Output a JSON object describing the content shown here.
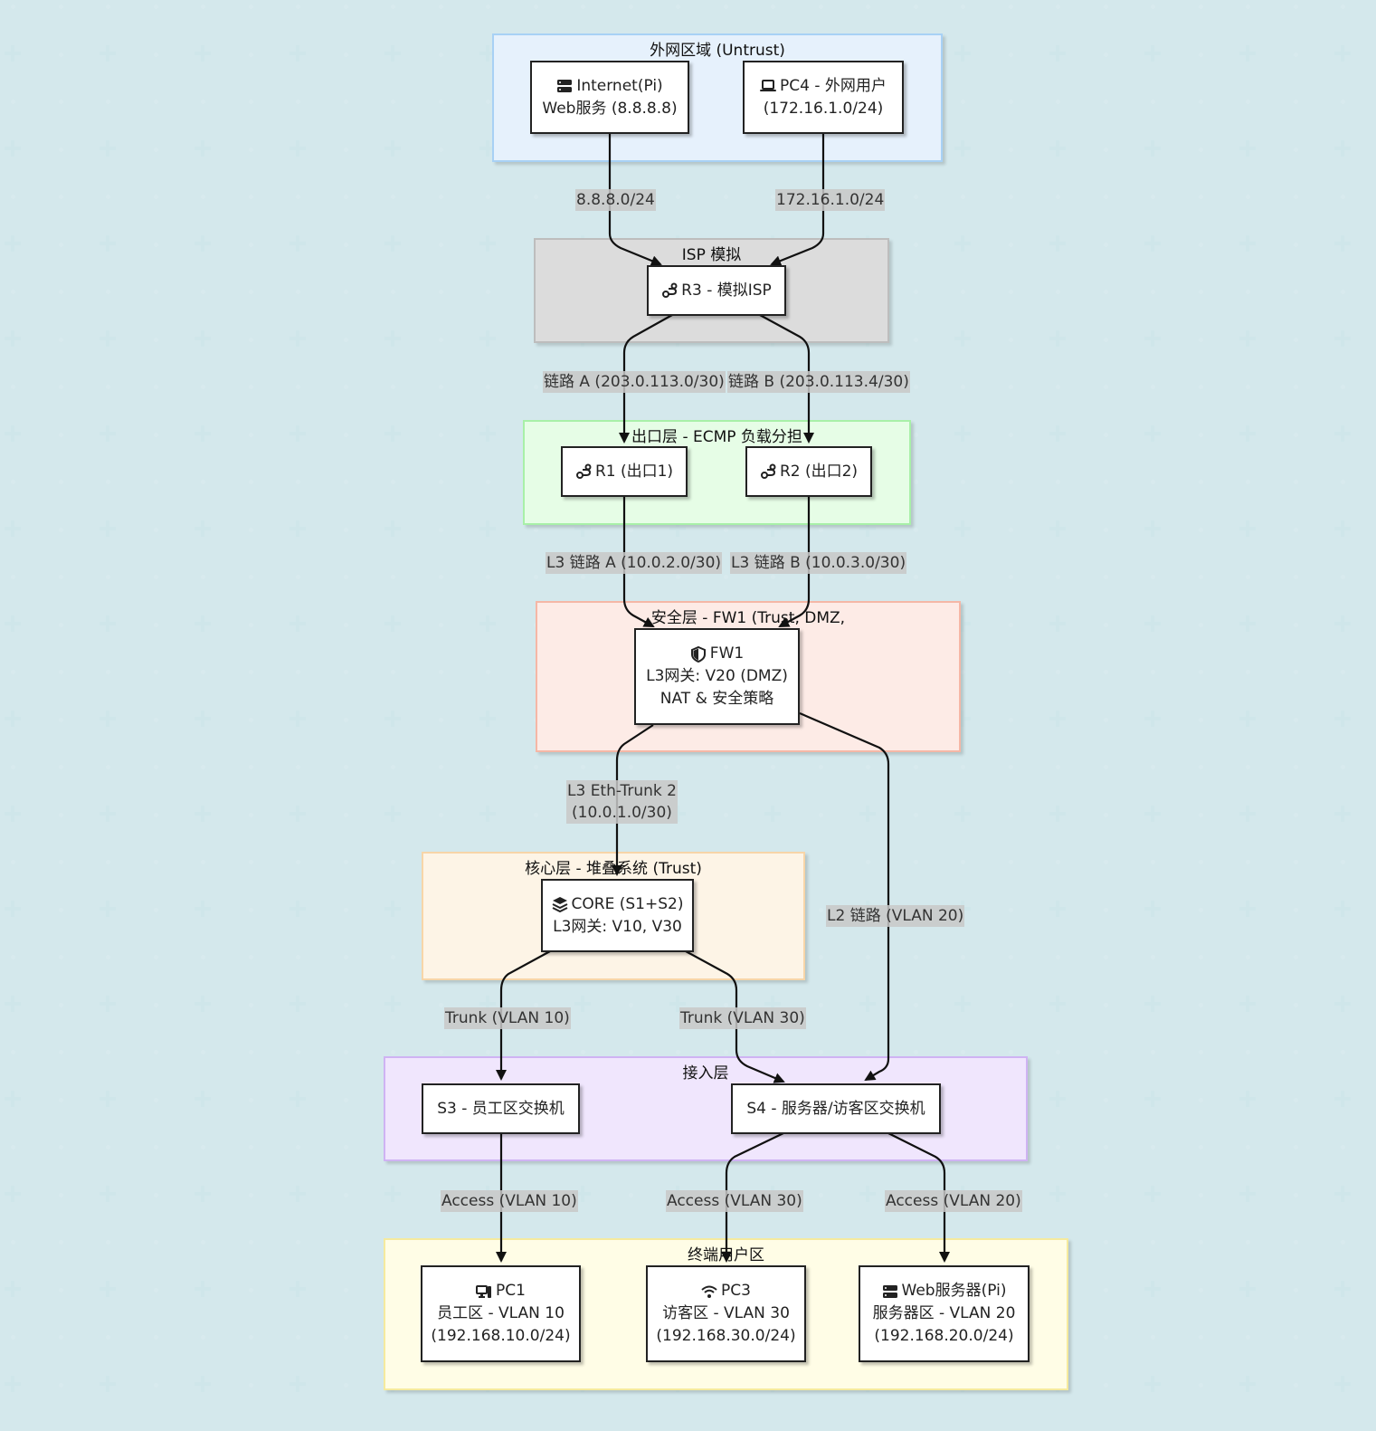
{
  "groups": {
    "untrust": "外网区域 (Untrust)",
    "isp": "ISP 模拟",
    "egress": "出口层 - ECMP 负载分担",
    "security": "安全层 - FW1 (Trust, DMZ,",
    "core": "核心层 - 堆叠系统 (Trust)",
    "access": "接入层",
    "endpoints": "终端用户区"
  },
  "nodes": {
    "internet": {
      "title": "Internet(Pi)",
      "sub": "Web服务 (8.8.8.8)",
      "icon": "server-icon"
    },
    "pc4": {
      "title": "PC4 - 外网用户",
      "sub": "(172.16.1.0/24)",
      "icon": "laptop-icon"
    },
    "r3": {
      "title": "R3 - 模拟ISP",
      "icon": "router-icon"
    },
    "r1": {
      "title": "R1 (出口1)",
      "icon": "router-icon"
    },
    "r2": {
      "title": "R2 (出口2)",
      "icon": "router-icon"
    },
    "fw1": {
      "title": "FW1",
      "sub1": "L3网关: V20 (DMZ)",
      "sub2": "NAT & 安全策略",
      "icon": "shield-icon"
    },
    "core": {
      "title": "CORE (S1+S2)",
      "sub": "L3网关: V10, V30",
      "icon": "layers-icon"
    },
    "s3": {
      "title": "S3 - 员工区交换机"
    },
    "s4": {
      "title": "S4 - 服务器/访客区交换机"
    },
    "pc1": {
      "title": "PC1",
      "sub1": "员工区 - VLAN 10",
      "sub2": "(192.168.10.0/24)",
      "icon": "desktop-icon"
    },
    "pc3": {
      "title": "PC3",
      "sub1": "访客区 - VLAN 30",
      "sub2": "(192.168.30.0/24)",
      "icon": "wifi-icon"
    },
    "web": {
      "title": "Web服务器(Pi)",
      "sub1": "服务器区 - VLAN 20",
      "sub2": "(192.168.20.0/24)",
      "icon": "server-icon"
    }
  },
  "edges": {
    "internet_r3": "8.8.8.0/24",
    "pc4_r3": "172.16.1.0/24",
    "r3_r1": "链路 A (203.0.113.0/30)",
    "r3_r2": "链路 B (203.0.113.4/30)",
    "r1_fw1": "L3 链路 A (10.0.2.0/30)",
    "r2_fw1": "L3 链路 B (10.0.3.0/30)",
    "fw1_core_1": "L3 Eth-Trunk 2",
    "fw1_core_2": "(10.0.1.0/30)",
    "fw1_s4": "L2 链路 (VLAN 20)",
    "core_s3": "Trunk (VLAN 10)",
    "core_s4": "Trunk (VLAN 30)",
    "s3_pc1": "Access (VLAN 10)",
    "s4_pc3": "Access (VLAN 30)",
    "s4_web": "Access (VLAN 20)"
  },
  "colors": {
    "untrust": "#e6f1fc",
    "isp": "#dcdcdc",
    "egress": "#e6fde6",
    "security": "#fdebe6",
    "core": "#fdf4e6",
    "access": "#f0e6fd",
    "endpoints": "#fffde6"
  }
}
